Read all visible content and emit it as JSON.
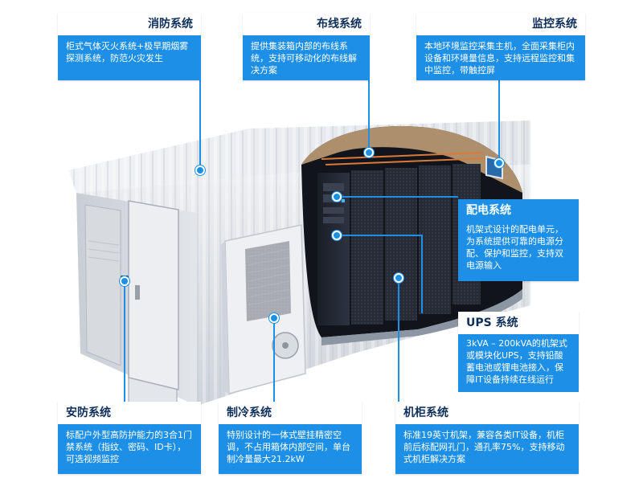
{
  "callouts": {
    "fire": {
      "title": "消防系统",
      "desc": "柜式气体灭火系统+极早期烟雾探测系统，防范火灾发生"
    },
    "wiring": {
      "title": "布线系统",
      "desc": "提供集装箱内部的布线系统，支持可移动化的布线解决方案"
    },
    "monitor": {
      "title": "监控系统",
      "desc": "本地环境监控采集主机，全面采集柜内设备和环境量信息，支持远程监控和集中监控，带触控屏"
    },
    "power": {
      "title": "配电系统",
      "desc": "机架式设计的配电单元，为系统提供可靠的电源分配、保护和监控，支持双电源输入"
    },
    "ups": {
      "title": "UPS 系统",
      "desc": "3kVA – 200kVA的机架式或模块化UPS，支持铅酸蓄电池或锂电池接入，保障IT设备持续在线运行"
    },
    "security": {
      "title": "安防系统",
      "desc": "标配户外型高防护能力的3合1门禁系统（指纹、密码、ID卡），可选视频监控"
    },
    "cooling": {
      "title": "制冷系统",
      "desc": "特别设计的一体式壁挂精密空调，不占用箱体内部空间，单台制冷量最大21.2kW"
    },
    "rack": {
      "title": "机柜系统",
      "desc": "标准19英寸机架，兼容各类IT设备，机柜前后标配网孔门，通孔率75%，支持移动式机柜解决方案"
    }
  },
  "colors": {
    "accent": "#1d8fe6",
    "title_text": "#0e2f5a",
    "container_body": "#e6e9ee",
    "rack_dark": "#1f2430"
  }
}
